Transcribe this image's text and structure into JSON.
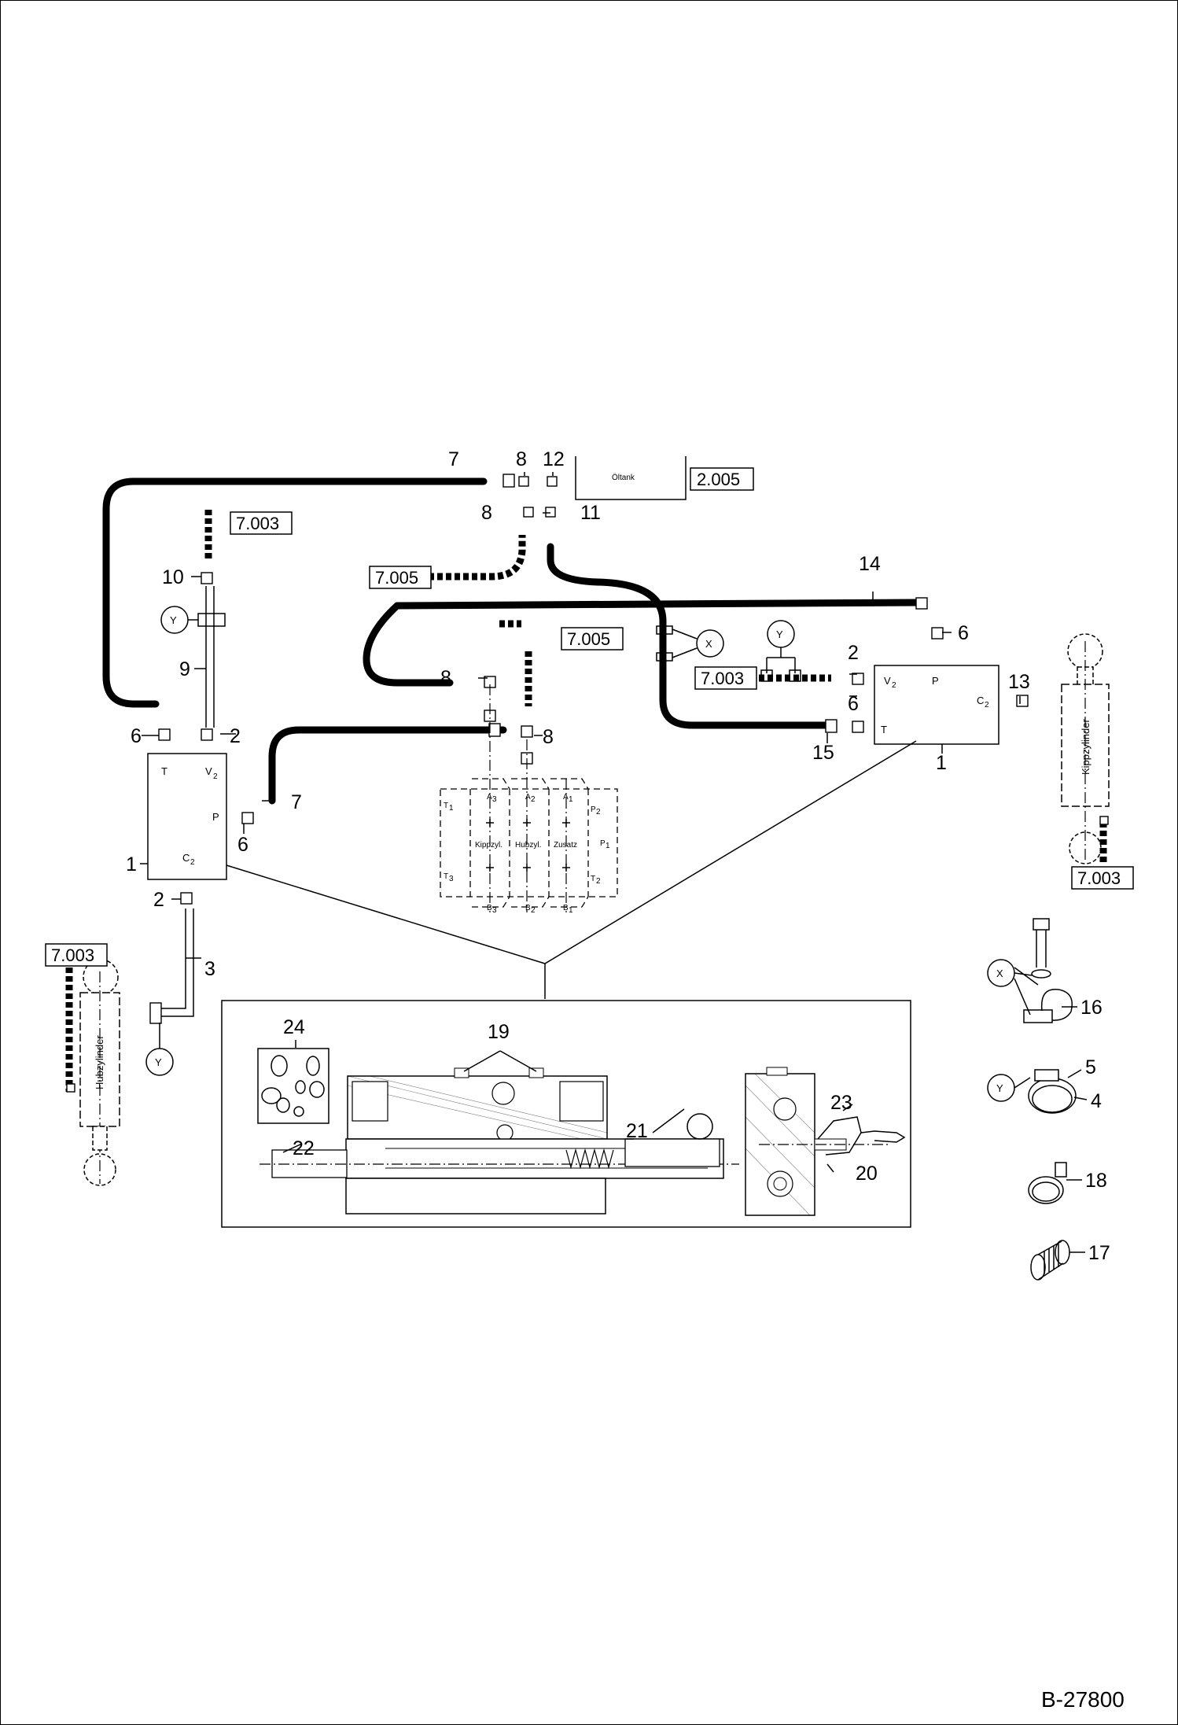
{
  "drawing": {
    "number": "B-27800",
    "oil_tank_label": "Öltank",
    "refs": {
      "r2005": "2.005",
      "r7003a": "7.003",
      "r7005a": "7.005",
      "r7005b": "7.005",
      "r7003b": "7.003",
      "r7003c": "7.003",
      "r7003d": "7.003"
    },
    "circle_markers": {
      "x": "X",
      "y": "Y"
    },
    "cylinders": {
      "lift": "Hubzylinder",
      "tilt": "Kippzylinder"
    },
    "valve_left_ports": {
      "t": "T",
      "v": "V",
      "v_sub": "2",
      "p": "P",
      "c": "C",
      "c_sub": "2"
    },
    "valve_right_ports": {
      "v": "V",
      "v_sub": "2",
      "p": "P",
      "t": "T",
      "c": "C",
      "c_sub": "2"
    },
    "control_block": {
      "spools": [
        "Kippzyl.",
        "Hubzyl.",
        "Zusatz"
      ],
      "ports_top": [
        {
          "main": "A",
          "sub": "3"
        },
        {
          "main": "A",
          "sub": "2"
        },
        {
          "main": "A",
          "sub": "1"
        }
      ],
      "ports_bottom": [
        {
          "main": "B",
          "sub": "3"
        },
        {
          "main": "B",
          "sub": "2"
        },
        {
          "main": "B",
          "sub": "1"
        }
      ],
      "ports_left": [
        {
          "main": "T",
          "sub": "1"
        },
        {
          "main": "T",
          "sub": "3"
        }
      ],
      "ports_right": [
        {
          "main": "P",
          "sub": "2"
        },
        {
          "main": "P",
          "sub": "1"
        },
        {
          "main": "T",
          "sub": "2"
        }
      ]
    },
    "part_numbers": {
      "n7": "7",
      "n8a": "8",
      "n12": "12",
      "n8b": "8",
      "n11": "11",
      "n10": "10",
      "n9": "9",
      "n6a": "6",
      "n2a": "2",
      "n7b": "7",
      "n6b": "6",
      "n1a": "1",
      "n2b": "2",
      "n3": "3",
      "n14": "14",
      "n8c": "8",
      "n8d": "8",
      "n6c": "6",
      "n2c": "2",
      "n6d": "6",
      "n15": "15",
      "n13": "13",
      "n1b": "1",
      "n16": "16",
      "n5": "5",
      "n4": "4",
      "n18": "18",
      "n17": "17",
      "n24": "24",
      "n19": "19",
      "n21": "21",
      "n22": "22",
      "n23": "23",
      "n20": "20"
    }
  }
}
